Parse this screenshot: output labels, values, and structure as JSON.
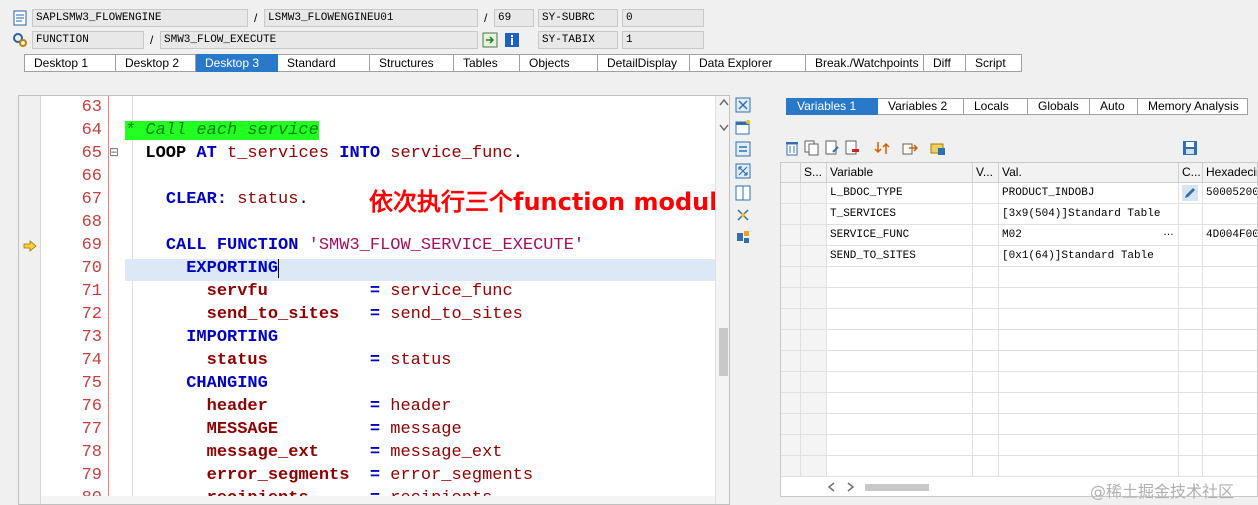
{
  "header": {
    "program": "SAPLSMW3_FLOWENGINE",
    "include": "LSMW3_FLOWENGINEU01",
    "line": "69",
    "subrc_label": "SY-SUBRC",
    "subrc_value": "0",
    "event_type": "FUNCTION",
    "event_name": "SMW3_FLOW_EXECUTE",
    "tabix_label": "SY-TABIX",
    "tabix_value": "1",
    "slash": "/"
  },
  "tabs": [
    "Desktop 1",
    "Desktop 2",
    "Desktop 3",
    "Standard",
    "Structures",
    "Tables",
    "Objects",
    "DetailDisplay",
    "Data Explorer",
    "Break./Watchpoints",
    "Diff",
    "Script"
  ],
  "active_tab": "Desktop 3",
  "editor": {
    "line_numbers": [
      "63",
      "64",
      "65",
      "66",
      "67",
      "68",
      "69",
      "70",
      "71",
      "72",
      "73",
      "74",
      "75",
      "76",
      "77",
      "78",
      "79",
      "80"
    ],
    "annotation": "依次执行三个function module",
    "fold_symbol": "⊟"
  },
  "right_tabs": [
    "Variables 1",
    "Variables 2",
    "Locals",
    "Globals",
    "Auto",
    "Memory Analysis"
  ],
  "grid": {
    "headers": [
      "S...",
      "Variable",
      "V...",
      "Val.",
      "C...",
      "Hexadecimal"
    ],
    "rows": [
      {
        "variable": "L_BDOC_TYPE",
        "value": "PRODUCT_INDOBJ",
        "hex": "50005200"
      },
      {
        "variable": "T_SERVICES",
        "value": "[3x9(504)]Standard Table",
        "hex": ""
      },
      {
        "variable": "SERVICE_FUNC",
        "value": "M02",
        "hex": "4D004F00"
      },
      {
        "variable": "SEND_TO_SITES",
        "value": "[0x1(64)]Standard Table",
        "hex": ""
      }
    ],
    "ellipsis": "…"
  },
  "watermark": "@稀土掘金技术社区"
}
